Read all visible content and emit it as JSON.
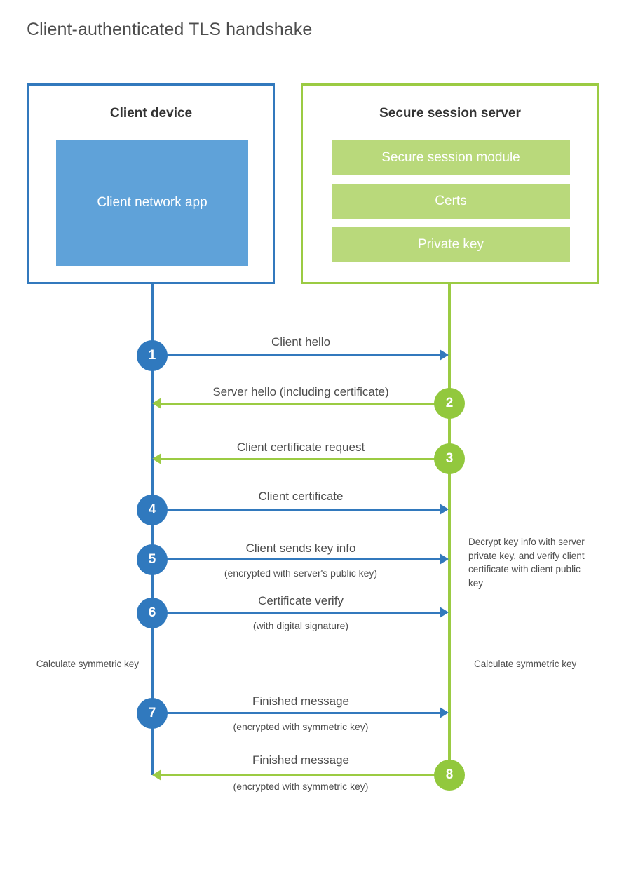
{
  "page": {
    "title": "Client-authenticated TLS handshake"
  },
  "colors": {
    "client_blue": "#3279bd",
    "client_app_fill": "#5fa2d9",
    "server_green": "#9bcb43",
    "server_bar_fill": "#b9d97b",
    "badge_blue": "#3079be",
    "badge_green": "#92c83d",
    "text": "#4d4d4d"
  },
  "client": {
    "title": "Client device",
    "app_label": "Client network app"
  },
  "server": {
    "title": "Secure session server",
    "components": [
      "Secure session module",
      "Certs",
      "Private key"
    ]
  },
  "steps": [
    {
      "number": "1",
      "label": "Client hello",
      "sublabel": "",
      "direction": "client-to-server",
      "color": "blue"
    },
    {
      "number": "2",
      "label": "Server hello (including certificate)",
      "sublabel": "",
      "direction": "server-to-client",
      "color": "green"
    },
    {
      "number": "3",
      "label": "Client certificate request",
      "sublabel": "",
      "direction": "server-to-client",
      "color": "green"
    },
    {
      "number": "4",
      "label": "Client certificate",
      "sublabel": "",
      "direction": "client-to-server",
      "color": "blue"
    },
    {
      "number": "5",
      "label": "Client sends key info",
      "sublabel": "(encrypted with server's public key)",
      "direction": "client-to-server",
      "color": "blue"
    },
    {
      "number": "6",
      "label": "Certificate verify",
      "sublabel": "(with digital signature)",
      "direction": "client-to-server",
      "color": "blue"
    },
    {
      "number": "7",
      "label": "Finished message",
      "sublabel": "(encrypted with symmetric key)",
      "direction": "client-to-server",
      "color": "blue"
    },
    {
      "number": "8",
      "label": "Finished message",
      "sublabel": "(encrypted with symmetric key)",
      "direction": "server-to-client",
      "color": "green"
    }
  ],
  "annotations": {
    "server_decrypt": "Decrypt key info with server private key, and verify client certificate with client public key",
    "client_calculate": "Calculate symmetric key",
    "server_calculate": "Calculate symmetric key"
  }
}
